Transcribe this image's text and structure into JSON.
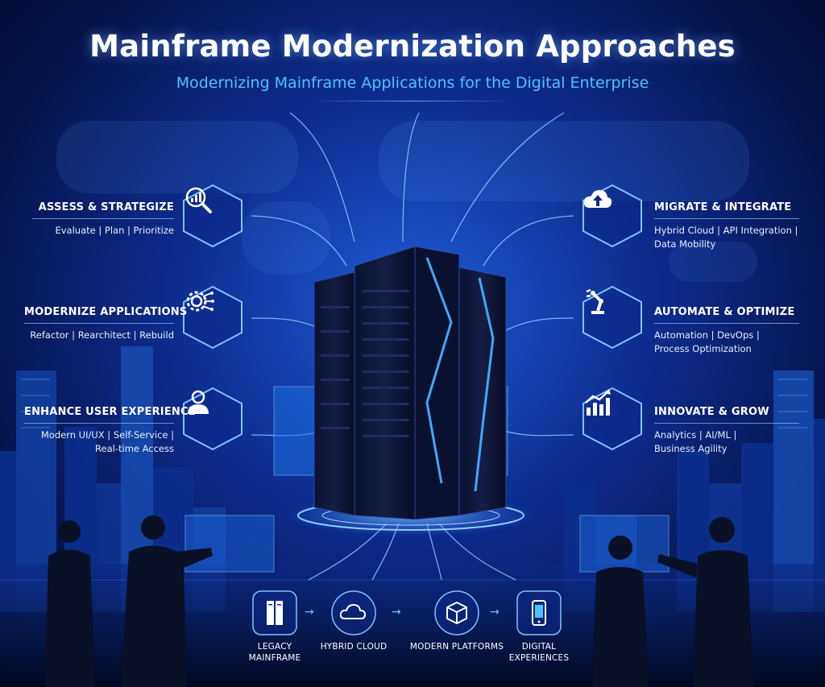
{
  "header": {
    "title": "Mainframe Modernization Approaches",
    "subtitle": "Modernizing Mainframe Applications for the Digital Enterprise"
  },
  "approaches": [
    {
      "title": "ASSESS & STRATEGIZE",
      "detail": "Evaluate | Plan | Prioritize",
      "icon": "magnifier-chart-icon"
    },
    {
      "title": "MODERNIZE APPLICATIONS",
      "detail": "Refactor | Rearchitect | Rebuild",
      "icon": "gear-circuit-icon"
    },
    {
      "title": "ENHANCE USER EXPERIENCE",
      "detail": "Modern UI/UX | Self-Service |",
      "detail2": "Real-time Access",
      "icon": "user-icon"
    },
    {
      "title": "MIGRATE & INTEGRATE",
      "detail": "Hybrid Cloud | API Integration |",
      "detail2": "Data Mobility",
      "icon": "cloud-upload-icon"
    },
    {
      "title": "AUTOMATE & OPTIMIZE",
      "detail": "Automation | DevOps |",
      "detail2": "Process Optimization",
      "icon": "robot-arm-icon"
    },
    {
      "title": "INNOVATE & GROW",
      "detail": "Analytics | AI/ML |",
      "detail2": "Business Agility",
      "icon": "growth-chart-icon"
    }
  ],
  "flow": [
    {
      "label1": "LEGACY",
      "label2": "MAINFRAME",
      "icon": "server-icon"
    },
    {
      "label1": "HYBRID CLOUD",
      "label2": "",
      "icon": "cloud-icon"
    },
    {
      "label1": "MODERN PLATFORMS",
      "label2": "",
      "icon": "cube-icon"
    },
    {
      "label1": "DIGITAL",
      "label2": "EXPERIENCES",
      "icon": "smartphone-icon"
    }
  ],
  "flow_arrow": "→",
  "colors": {
    "accent": "#4fc3ff",
    "hex_stroke": "#7fc4ff",
    "glow": "#3aa0ff"
  }
}
